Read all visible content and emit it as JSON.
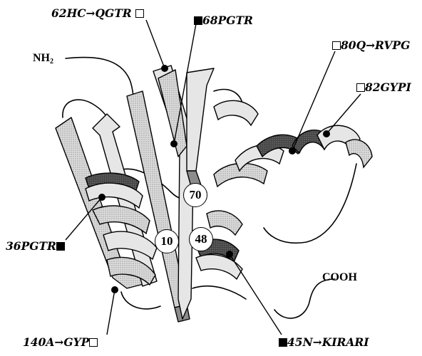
{
  "termini": {
    "n_label": "NH",
    "n_sub": "2",
    "c_label": "COOH"
  },
  "residue_markers": [
    "10",
    "48",
    "70"
  ],
  "mutations": [
    {
      "id": "m62",
      "text": "62HC→QGTR",
      "marker": "open"
    },
    {
      "id": "m68",
      "text": "68PGTR",
      "marker": "filled"
    },
    {
      "id": "m80",
      "text": "80Q→RVPG",
      "marker": "open"
    },
    {
      "id": "m82",
      "text": "82GYPI",
      "marker": "open"
    },
    {
      "id": "m36",
      "text": "36PGTR",
      "marker": "filled"
    },
    {
      "id": "m140",
      "text": "140A→GYP",
      "marker": "open"
    },
    {
      "id": "m45",
      "text": "45N→KIRARI",
      "marker": "filled"
    }
  ],
  "colors": {
    "strand_fill": "#e4e4e4",
    "strand_shade": "#8c8c8c",
    "helix_front": "#e8e8e8",
    "helix_back": "#5a5a5a",
    "line": "#000000"
  }
}
